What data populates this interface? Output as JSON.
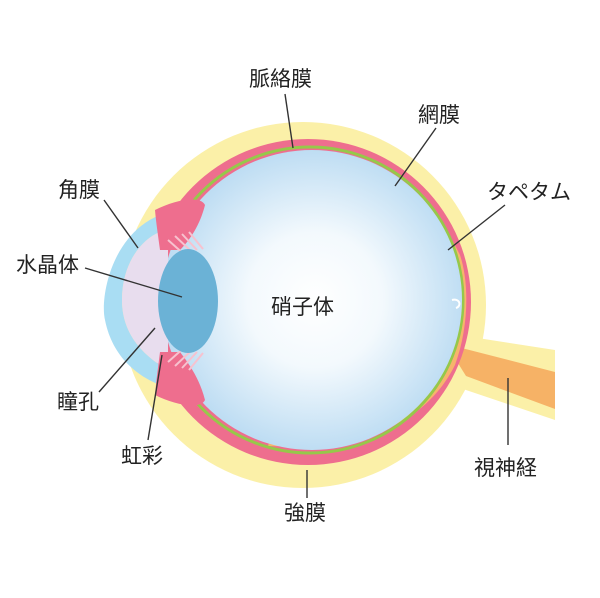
{
  "labels": {
    "choroid": "脈絡膜",
    "retina": "網膜",
    "tapetum": "タペタム",
    "cornea": "角膜",
    "lens": "水晶体",
    "vitreous": "硝子体",
    "pupil": "瞳孔",
    "iris": "虹彩",
    "sclera": "強膜",
    "optic_nerve": "視神経"
  },
  "colors": {
    "sclera": "#FBF0A8",
    "choroid": "#EE6E8E",
    "retina": "#96C84A",
    "tapetum": "#F7B46C",
    "cornea": "#A9DDF3",
    "lens": "#6BB2D6",
    "vitreous_center": "#FFFFFF",
    "vitreous_edge": "#C3E1F5",
    "optic_nerve": "#F6B266",
    "leader": "#333333",
    "text": "#222222"
  }
}
